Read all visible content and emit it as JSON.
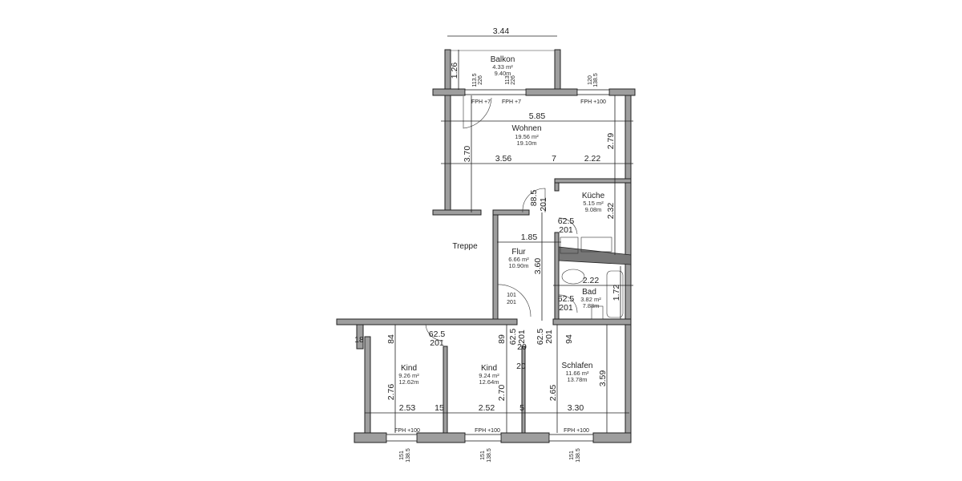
{
  "rooms": {
    "balkon": {
      "name": "Balkon",
      "area": "4.33 m²",
      "perimeter": "9.40m"
    },
    "wohnen": {
      "name": "Wohnen",
      "area": "19.56 m²",
      "perimeter": "19.10m"
    },
    "kueche": {
      "name": "Küche",
      "area": "5.15 m²",
      "perimeter": "9.08m"
    },
    "flur": {
      "name": "Flur",
      "area": "6.66 m²",
      "perimeter": "10.90m"
    },
    "bad": {
      "name": "Bad",
      "area": "3.82 m²",
      "perimeter": "7.88m"
    },
    "kind1": {
      "name": "Kind",
      "area": "9.26 m²",
      "perimeter": "12.62m"
    },
    "kind2": {
      "name": "Kind",
      "area": "9.24 m²",
      "perimeter": "12.64m"
    },
    "schlafen": {
      "name": "Schlafen",
      "area": "11.66 m²",
      "perimeter": "13.78m"
    },
    "treppe": {
      "name": "Treppe"
    }
  },
  "dimensions": {
    "d344": "3.44",
    "d126": "1.26",
    "d585": "5.85",
    "d370": "3.70",
    "d356": "3.56",
    "d7": "7",
    "d222": "2.22",
    "d279": "2.79",
    "d232": "2.32",
    "d185": "1.85",
    "d360": "3.60",
    "d222b": "2.22",
    "d172": "1.72",
    "d18": "18",
    "d84": "84",
    "d276": "2.76",
    "d253": "2.53",
    "d15": "15",
    "d252": "2.52",
    "d89": "89",
    "d270": "2.70",
    "d5": "5",
    "d20a": "20",
    "d20b": "20",
    "d94": "94",
    "d265": "2.65",
    "d330": "3.30",
    "d359": "3.59"
  },
  "doors": {
    "wohnen": [
      "88.5",
      "201"
    ],
    "kueche": [
      "62.5",
      "201"
    ],
    "bad": [
      "62.5",
      "201"
    ],
    "entry": [
      "101",
      "201"
    ],
    "kind1": [
      "62.5",
      "201"
    ],
    "kind2": [
      "62.5",
      "201"
    ],
    "schlafen": [
      "62.5",
      "201"
    ]
  },
  "windows": {
    "w1": {
      "fph": "FPH +7",
      "a": "113.5",
      "b": "226"
    },
    "w2": {
      "fph": "FPH +7",
      "a": "113",
      "b": "226"
    },
    "w3": {
      "fph": "FPH +100",
      "a": "120",
      "b": "138.5"
    },
    "w4": {
      "fph": "FPH +100",
      "a": "151",
      "b": "138.5"
    },
    "w5": {
      "fph": "FPH +100",
      "a": "151",
      "b": "138.5"
    },
    "w6": {
      "fph": "FPH +100",
      "a": "151",
      "b": "138.5"
    }
  }
}
